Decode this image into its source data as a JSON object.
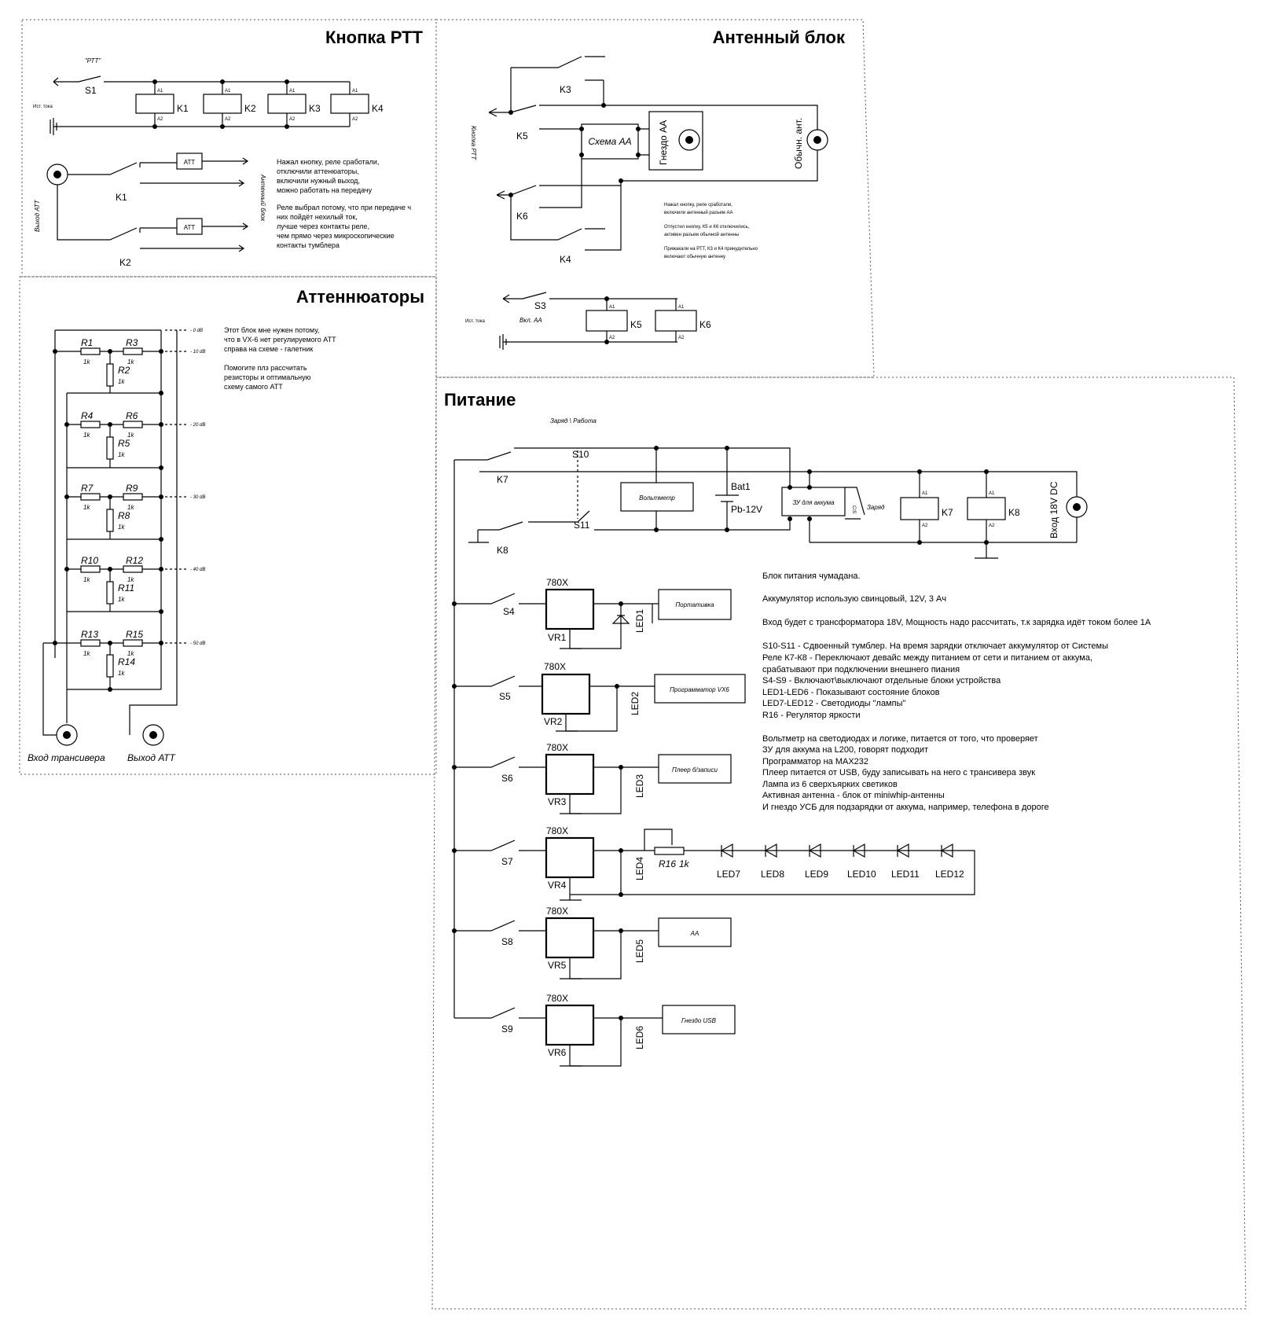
{
  "ptt": {
    "title": "Кнопка РТТ",
    "ptt_label": "\"РТТ\"",
    "switch": "S1",
    "source": "Ист. тока",
    "relays": [
      "K1",
      "K2",
      "K3",
      "K4"
    ],
    "pin_a1": "A1",
    "pin_a2": "A2",
    "att": "АТТ",
    "out_label": "Выход АТТ",
    "ant_label": "Антенный блок",
    "k1": "K1",
    "k2": "K2",
    "notes": [
      "Нажал кнопку, реле сработали,",
      "отключили аттенюаторы,",
      "включили нужный выход,",
      "можно работать на передачу",
      "",
      "Реле выбрал потому, что при передаче ч",
      "них пойдёт нехилый ток,",
      "лучше через контакты реле,",
      "чем прямо через микроскопические",
      "контакты тумблера"
    ]
  },
  "antenna": {
    "title": "Антенный блок",
    "k3": "K3",
    "k4": "K4",
    "k5": "K5",
    "k6": "K6",
    "ptt_side": "Кнопка РТТ",
    "scheme": "Схема АА",
    "aa_socket": "Гнездо АА",
    "normal_ant": "Обычн. ант.",
    "notes": [
      "Нажал кнопку, реле сработали,",
      "включили антенный разъем АА",
      "",
      "Отпустил кнопку, К5 и К6 отключились,",
      "активен разъем обычной антенны",
      "",
      "Прижакали на РТТ, К3 и К4 принудительно",
      "включают обычную антенну"
    ],
    "s3": "S3",
    "s3_label": "Вкл. АА",
    "source": "Ист. тока",
    "k5b": "K5",
    "k6b": "K6"
  },
  "att": {
    "title": "Аттеннюаторы",
    "resistors": [
      "R1",
      "R3",
      "R2",
      "R4",
      "R6",
      "R5",
      "R7",
      "R9",
      "R8",
      "R10",
      "R12",
      "R11",
      "R13",
      "R15",
      "R14"
    ],
    "value": "1k",
    "db_levels": [
      "- 0 dB",
      "- 10 dB",
      "- 20 dB",
      "- 30 dB",
      "- 40 dB",
      "- 50 dB"
    ],
    "notes": [
      "Этот блок мне нужен потому,",
      "что в VX-6 нет регулируемого АТТ",
      "справа на схеме - галетник",
      "",
      "Помогите плз рассчитать",
      "резисторы и оптимальную",
      "схему самого АТТ"
    ],
    "in_label": "Вход трансивера",
    "out_label": "Выход АТТ"
  },
  "power": {
    "title": "Питание",
    "mode_label": "Заряд \\ Работа",
    "s10": "S10",
    "s11": "S11",
    "k7": "K7",
    "k8": "K8",
    "voltmeter": "Вольтметр",
    "bat": "Bat1",
    "bat_type": "Pb-12V",
    "charger": "ЗУ для аккума",
    "charge_side": "C/S",
    "charge_label": "Заряд",
    "k7r": "K7",
    "k8r": "K8",
    "dc_in": "Вход 18V DC",
    "reg": "780X",
    "switches": [
      "S4",
      "S5",
      "S6",
      "S7",
      "S8",
      "S9"
    ],
    "vrs": [
      "VR1",
      "VR2",
      "VR3",
      "VR4",
      "VR5",
      "VR6"
    ],
    "leds": [
      "LED1",
      "LED2",
      "LED3",
      "LED4",
      "LED5",
      "LED6"
    ],
    "loads": [
      "Портативка",
      "Программатор VX6",
      "Плеер б/записи",
      "",
      "АА",
      "Гнездо USB"
    ],
    "r16": "R16",
    "r16_value": "1k",
    "lamp_leds": [
      "LED7",
      "LED8",
      "LED9",
      "LED10",
      "LED11",
      "LED12"
    ],
    "notes": [
      "Блок питания чумадана.",
      "",
      "Аккумулятор использую свинцовый, 12V, 3 Ач",
      "",
      "Вход будет с трансформатора 18V, Мощность надо рассчитать, т.к зарядка идёт током более 1А",
      "",
      "S10-S11 - Сдвоенный тумблер. На время зарядки отключает аккумулятор от Системы",
      "Реле К7-К8 - Переключают девайс между питанием от сети и питанием от аккума,",
      "срабатывают при подключении внешнего пиания",
      "S4-S9 - Включают\\выключают отдельные блоки устройства",
      "LED1-LED6 - Показывают состояние блоков",
      "LED7-LED12 - Светодиоды \"лампы\"",
      "R16 - Регулятор яркости",
      "",
      "Вольтметр на светодиодах и логике, питается от того, что проверяет",
      "ЗУ для аккума на L200, говорят подходит",
      "Программатор на MAX232",
      "Плеер питается от USB, буду записывать на него с трансивера звук",
      "Лампа из 6 сверхъярких светиков",
      "Активная антенна - блок от miniwhip-антенны",
      "И гнездо УСБ для подзарядки от аккума, например, телефона в дороге"
    ]
  }
}
